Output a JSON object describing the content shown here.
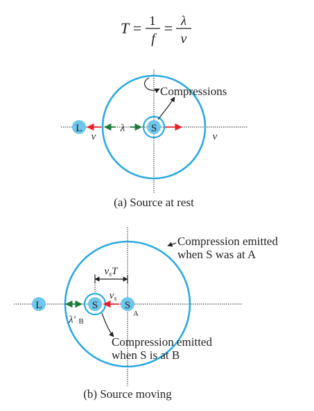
{
  "formula": {
    "lhs": "T",
    "eq1": "=",
    "frac1_num": "1",
    "frac1_den": "f",
    "eq2": "=",
    "frac2_num": "λ",
    "frac2_den": "v"
  },
  "panel_a": {
    "caption": "(a) Source at rest",
    "compressions_label": "Compressions",
    "listener_label": "L",
    "source_label": "S",
    "lambda_label": "λ",
    "v_left": "v",
    "v_right": "v"
  },
  "panel_b": {
    "caption": "(b) Source moving",
    "listener_label": "L",
    "source_b_label": "S",
    "source_a_label": "S",
    "point_a_label": "A",
    "point_b_label": "B",
    "vsT_v": "v",
    "vsT_sub": "s",
    "vsT_T": "T",
    "vs_v": "v",
    "vs_sub": "s",
    "lambda_prime": "λ′",
    "note_a_line1": "Compression emitted",
    "note_a_line2": "when S was at A",
    "note_b_line1": "Compression emitted",
    "note_b_line2": "when S is at B"
  },
  "colors": {
    "circle": "#29a9e1",
    "marker_fill": "#6ec6ea",
    "red_arrow": "#e8202a",
    "green_arrow": "#1e7b3a",
    "ink": "#231f20"
  }
}
